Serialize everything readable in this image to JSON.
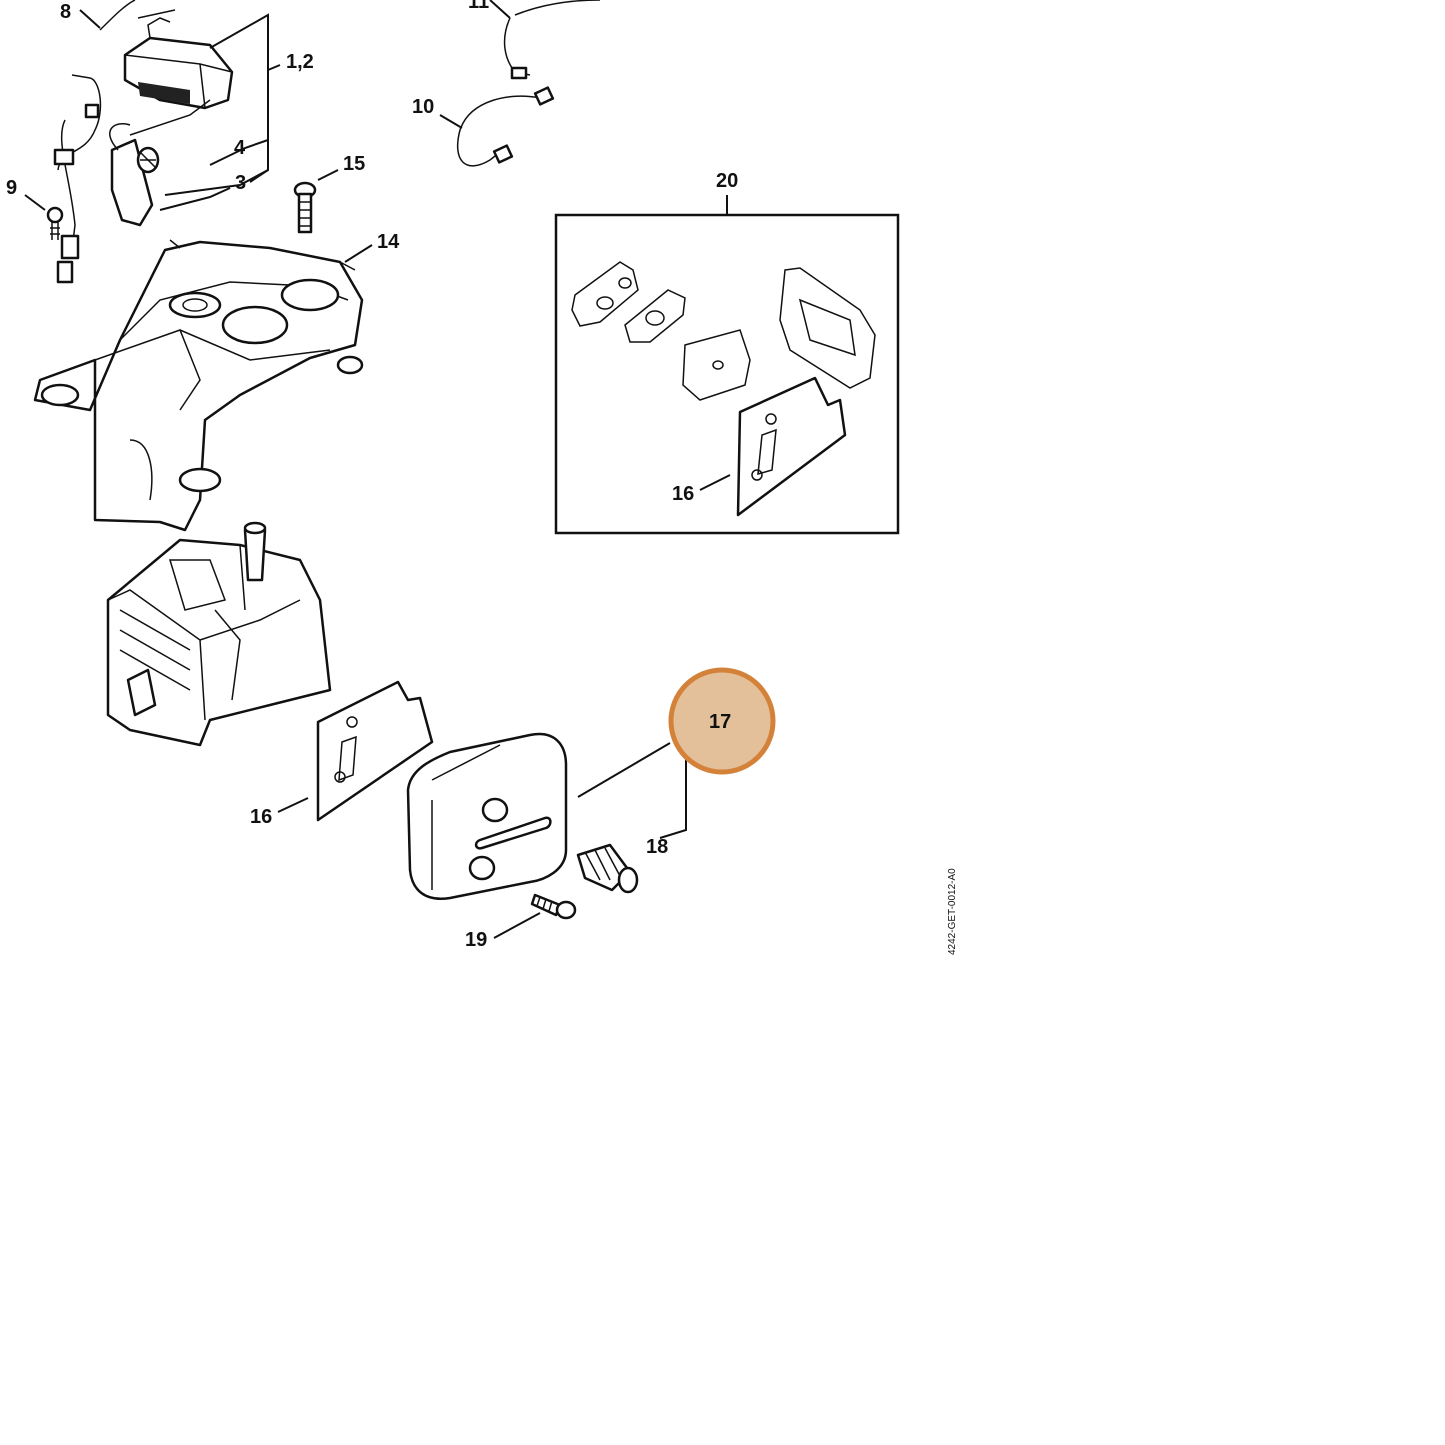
{
  "callouts": {
    "c8": "8",
    "c11": "11",
    "c12": "1,2",
    "c4": "4",
    "c3": "3",
    "c9": "9",
    "c10": "10",
    "c15": "15",
    "c14": "14",
    "c20": "20",
    "c16_kit": "16",
    "c17": "17",
    "c16": "16",
    "c18": "18",
    "c19": "19"
  },
  "drawing_code": "4242-GET-0012-A0",
  "highlight": {
    "target_callout": "17",
    "color": "#d4823a",
    "fill": "#e4c09a"
  }
}
